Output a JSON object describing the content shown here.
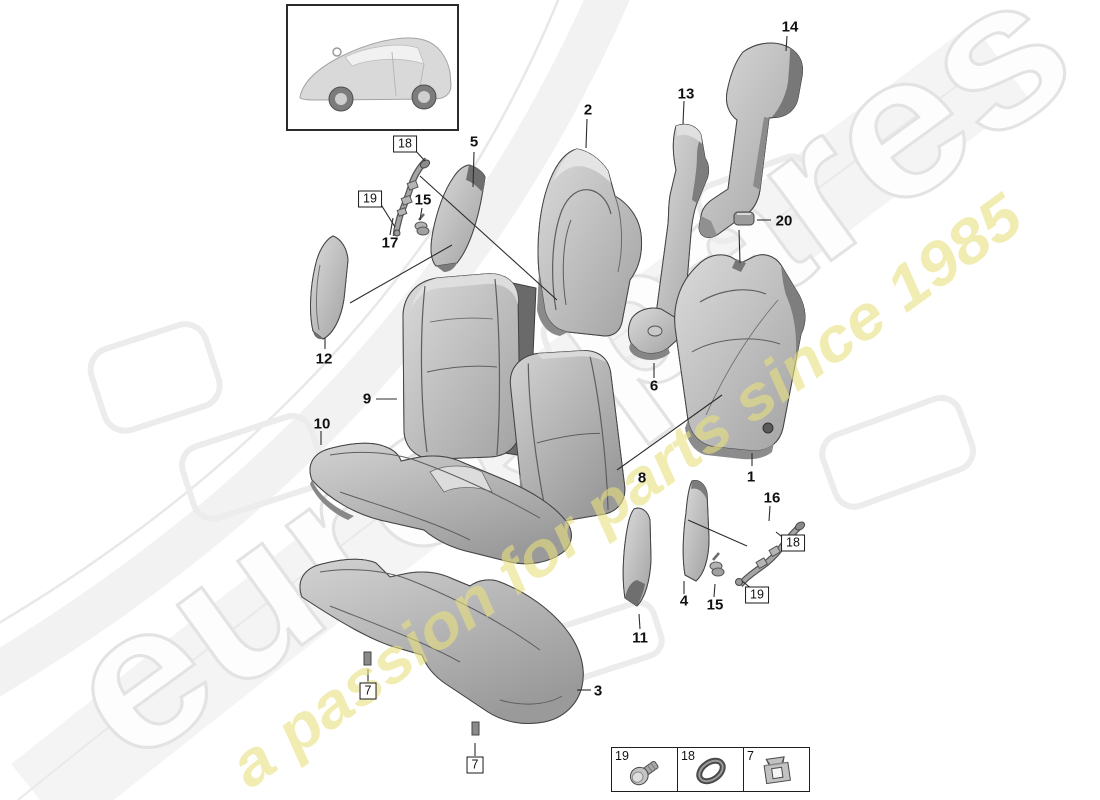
{
  "watermark": {
    "brand": "eurospares",
    "tagline": "a passion for parts since 1985",
    "brand_outline": "#e3e3e3",
    "tagline_color": "#e8df7d"
  },
  "callouts": [
    {
      "label": "1",
      "boxed": false
    },
    {
      "label": "2",
      "boxed": false
    },
    {
      "label": "3",
      "boxed": false
    },
    {
      "label": "4",
      "boxed": false
    },
    {
      "label": "5",
      "boxed": false
    },
    {
      "label": "6",
      "boxed": false
    },
    {
      "label": "7",
      "boxed": true
    },
    {
      "label": "7",
      "boxed": true
    },
    {
      "label": "8",
      "boxed": false
    },
    {
      "label": "9",
      "boxed": false
    },
    {
      "label": "10",
      "boxed": false
    },
    {
      "label": "11",
      "boxed": false
    },
    {
      "label": "12",
      "boxed": false
    },
    {
      "label": "13",
      "boxed": false
    },
    {
      "label": "14",
      "boxed": false
    },
    {
      "label": "15",
      "boxed": false
    },
    {
      "label": "15",
      "boxed": false
    },
    {
      "label": "16",
      "boxed": false
    },
    {
      "label": "17",
      "boxed": false
    },
    {
      "label": "18",
      "boxed": true
    },
    {
      "label": "18",
      "boxed": true
    },
    {
      "label": "19",
      "boxed": true
    },
    {
      "label": "19",
      "boxed": true
    },
    {
      "label": "20",
      "boxed": false
    }
  ],
  "legend": {
    "items": [
      {
        "label": "19",
        "icon": "screw-icon"
      },
      {
        "label": "18",
        "icon": "grommet-icon"
      },
      {
        "label": "7",
        "icon": "clip-icon"
      }
    ]
  },
  "palette": {
    "part_mid": "#bdbdbd",
    "part_dark": "#7c7c7c",
    "outline": "#454545",
    "leader_line": "#2c2c2c"
  }
}
